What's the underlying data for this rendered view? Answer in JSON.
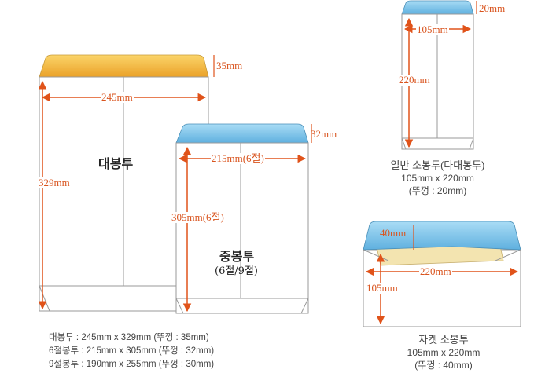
{
  "envelopes": {
    "large": {
      "name": "대봉투",
      "width_label": "245mm",
      "height_label": "329mm",
      "flap_label": "35mm",
      "flap_color": "#f2b63a"
    },
    "medium": {
      "name": "중봉투",
      "subname": "(6절/9절)",
      "width_label": "215mm(6절)",
      "height_label": "305mm(6절)",
      "flap_label": "32mm",
      "flap_color": "#7cc3ea"
    },
    "small": {
      "width_label": "105mm",
      "height_label": "220mm",
      "flap_label": "20mm",
      "flap_color": "#7cc3ea",
      "caption": [
        "일반 소봉투(다대봉투)",
        "105mm x 220mm",
        "(뚜껑 : 20mm)"
      ]
    },
    "jacket": {
      "width_label": "220mm",
      "height_label": "105mm",
      "flap_label": "40mm",
      "flap_color": "#7cc3ea",
      "insert_color": "#f3e4b0",
      "caption": [
        "자켓 소봉투",
        "105mm x 220mm",
        "(뚜껑 : 40mm)"
      ]
    }
  },
  "specs": [
    "대봉투 : 245mm x 329mm (뚜껑 : 35mm)",
    "6절봉투 : 215mm x 305mm (뚜껑 : 32mm)",
    "9절봉투 : 190mm x 255mm (뚜껑 : 30mm)"
  ],
  "colors": {
    "dimension": "#e0531a",
    "outline": "#9a9a9a"
  }
}
